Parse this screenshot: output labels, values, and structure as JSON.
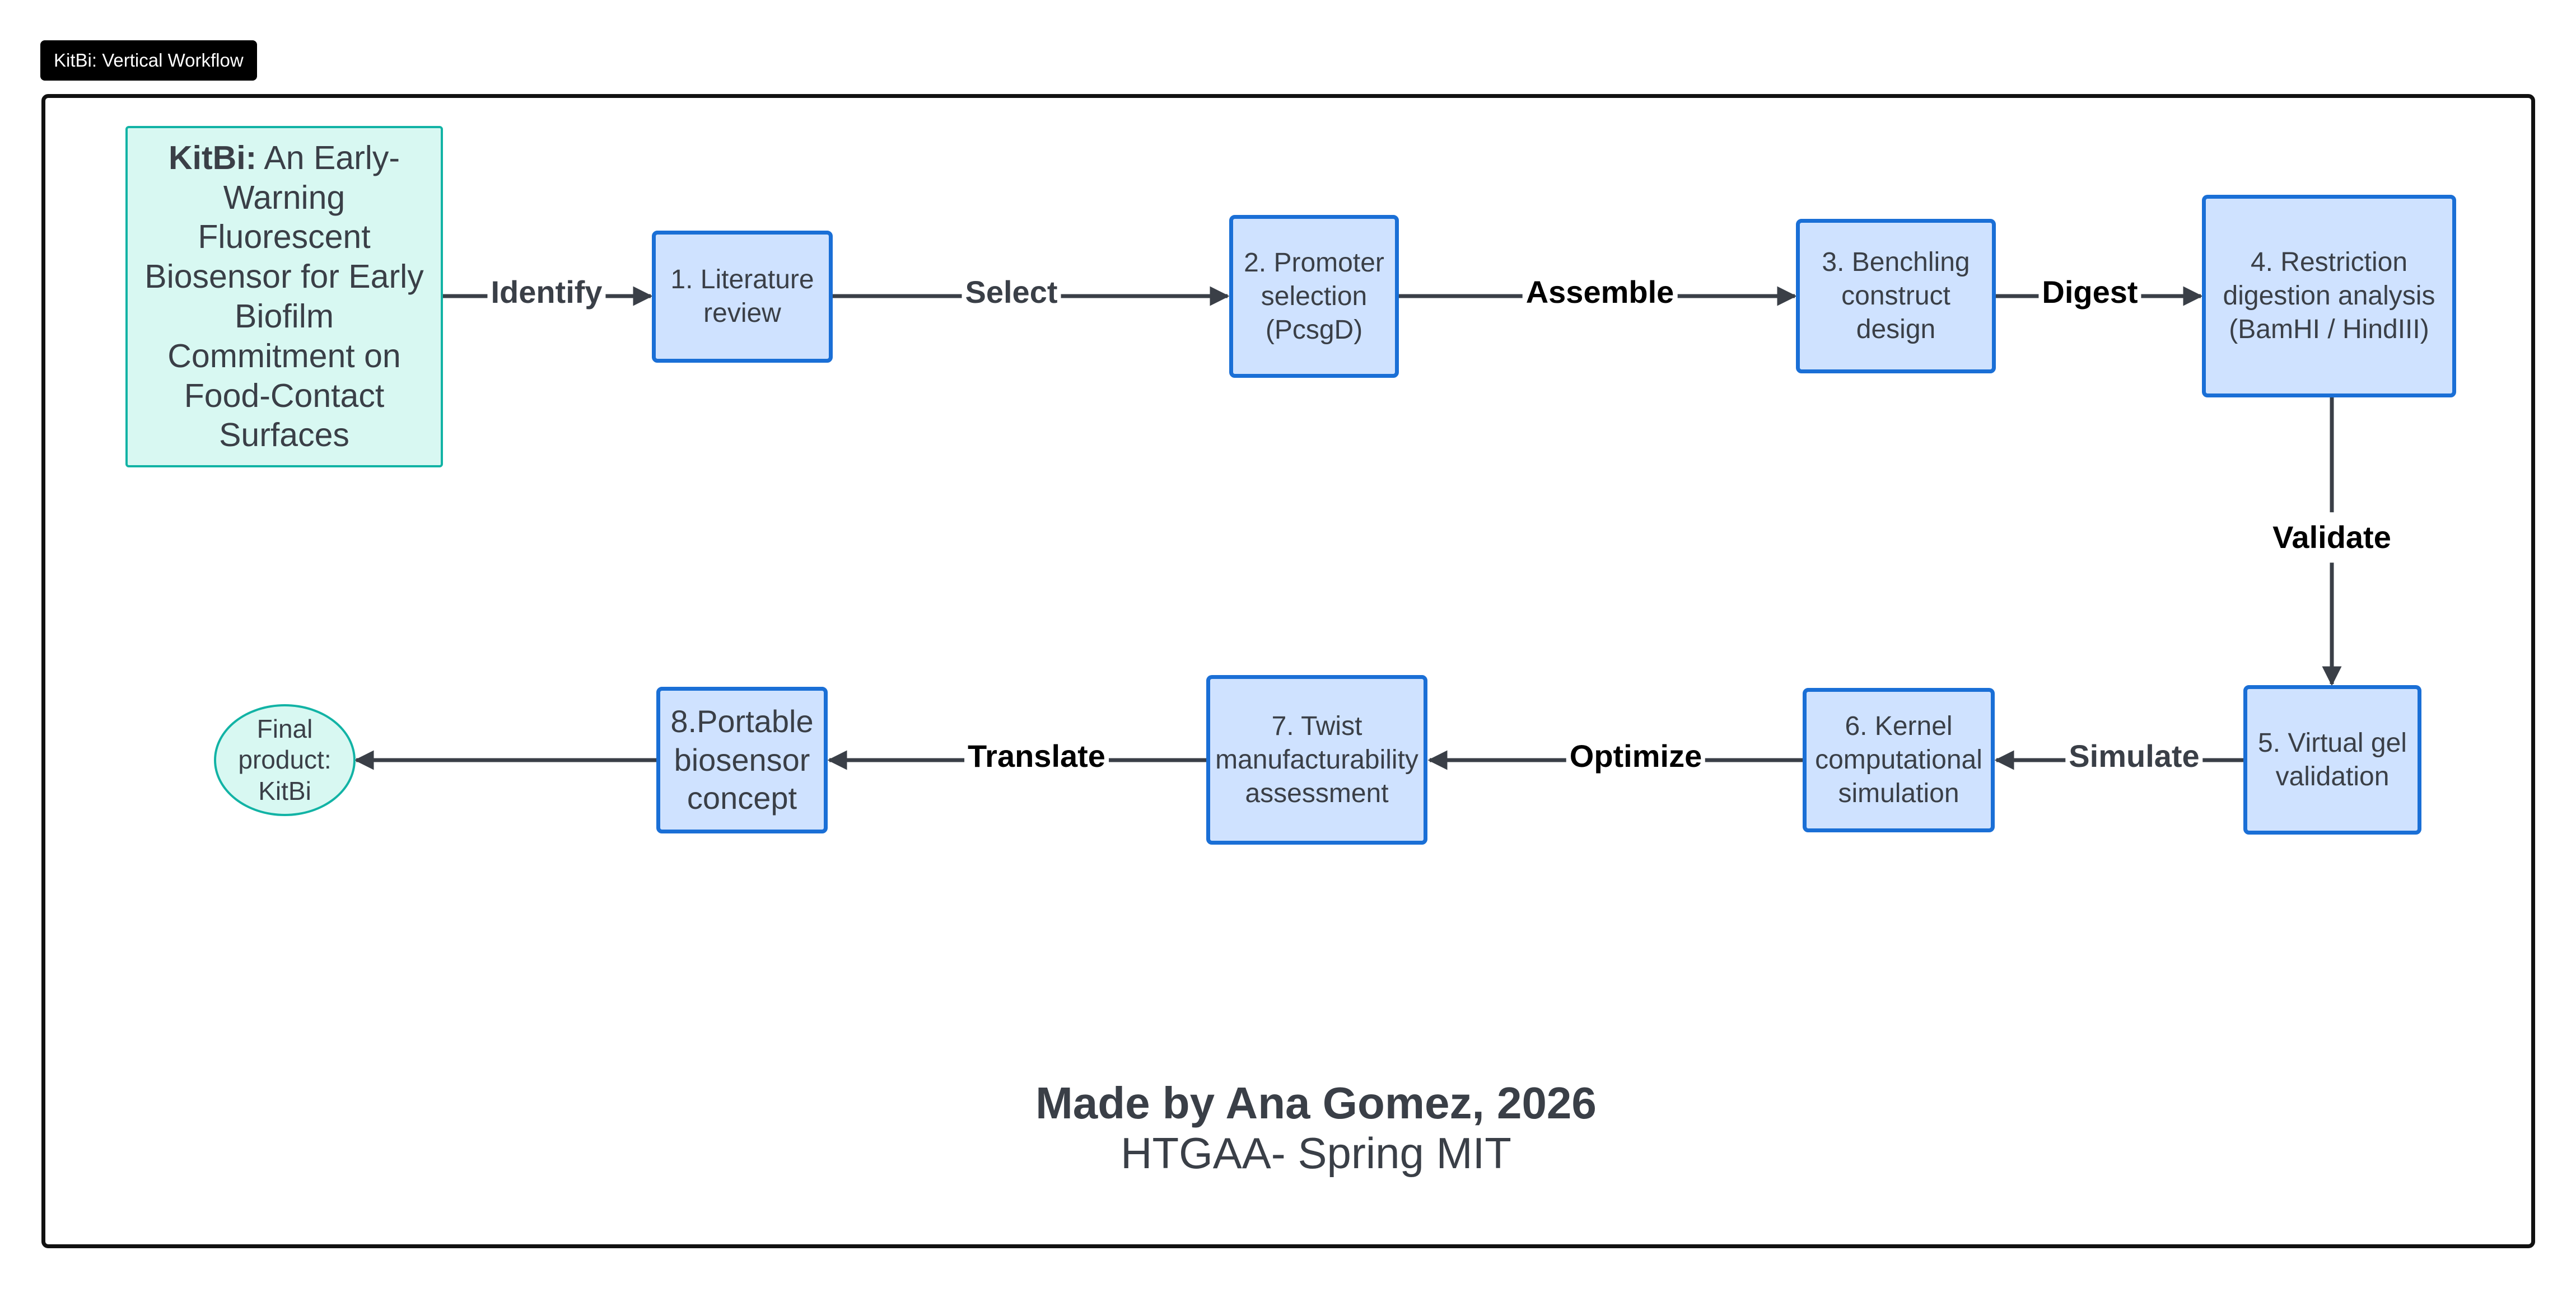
{
  "tab": {
    "label": "KitBi: Vertical Workflow"
  },
  "title_node": {
    "bold": "KitBi:",
    "text": "An Early-Warning Fluorescent Biosensor for Early Biofilm Commitment on Food-Contact Surfaces"
  },
  "steps": [
    {
      "label": "1. Literature review"
    },
    {
      "label": "2. Promoter selection (PcsgD)"
    },
    {
      "label": "3. Benchling construct design"
    },
    {
      "label": "4. Restriction digestion analysis (BamHI / HindIII)"
    },
    {
      "label": "5. Virtual gel validation"
    },
    {
      "label": "6. Kernel computational simulation"
    },
    {
      "label": "7. Twist manufacturability assessment"
    },
    {
      "label": "8.Portable biosensor concept"
    }
  ],
  "final_node": {
    "label": "Final product: KitBi"
  },
  "edges": [
    {
      "label": "Identify"
    },
    {
      "label": "Select"
    },
    {
      "label": "Assemble"
    },
    {
      "label": "Digest"
    },
    {
      "label": "Validate"
    },
    {
      "label": "Simulate"
    },
    {
      "label": "Optimize"
    },
    {
      "label": "Translate"
    }
  ],
  "credits": {
    "author": "Made by Ana Gomez, 2026",
    "course": "HTGAA- Spring MIT"
  },
  "colors": {
    "step_fill": "#cfe2ff",
    "step_border": "#1a6fd6",
    "teal_fill": "#d8f8f2",
    "teal_border": "#12b3a5",
    "arrow": "#3a3f47"
  }
}
